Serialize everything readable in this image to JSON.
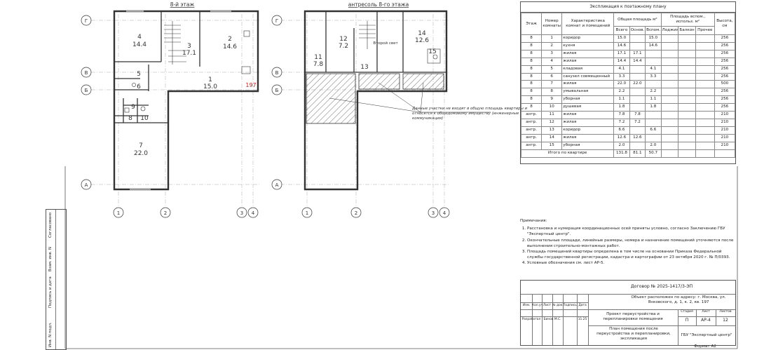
{
  "floor8": {
    "title": "8-й этаж"
  },
  "mezz": {
    "title": "антресоль 8-го этажа"
  },
  "rooms8": [
    {
      "num": "4",
      "area": "14.4"
    },
    {
      "num": "3",
      "area": "17.1"
    },
    {
      "num": "2",
      "area": "14.6"
    },
    {
      "num": "5",
      "area": ""
    },
    {
      "num": "6",
      "area": ""
    },
    {
      "num": "1",
      "area": "15.0"
    },
    {
      "num": "9",
      "area": ""
    },
    {
      "num": "8",
      "area": ""
    },
    {
      "num": "10",
      "area": ""
    },
    {
      "num": "7",
      "area": "22.0"
    }
  ],
  "apt_mark": "197",
  "rooms_mezz": [
    {
      "num": "12",
      "area": "7.2"
    },
    {
      "num": "14",
      "area": "12.6"
    },
    {
      "num": "15",
      "area": ""
    },
    {
      "num": "11",
      "area": "7.8"
    },
    {
      "num": "13",
      "area": ""
    }
  ],
  "second_light": "Второй свет",
  "hatch_note": "Данные участки не входят в общую площадь квартиры и относятся к общедомовому имуществу (инженерные коммуникации)",
  "axes_v": [
    "Г",
    "В",
    "Б",
    "А"
  ],
  "axes_h": [
    "1",
    "2",
    "3",
    "4"
  ],
  "explication": {
    "title": "Экспликация к поэтажному плану",
    "headers": {
      "floor": "Этаж",
      "room": "Номер комнаты",
      "desc": "Характеристика комнат и помещений",
      "total_area": "Общая площадь м²",
      "total": "Всего",
      "main": "Основ.",
      "aux": "Вспом.",
      "other_area": "Площадь вспом., использ. м²",
      "loggia": "Лоджия",
      "balcony": "Балкон",
      "misc": "Прочее",
      "height": "Высота, см"
    },
    "rows": [
      {
        "floor": "8",
        "room": "1",
        "desc": "коридор",
        "total": "15.0",
        "main": "",
        "aux": "15.0",
        "height": "256"
      },
      {
        "floor": "8",
        "room": "2",
        "desc": "кухня",
        "total": "14.6",
        "main": "",
        "aux": "14.6",
        "height": "256"
      },
      {
        "floor": "8",
        "room": "3",
        "desc": "жилая",
        "total": "17.1",
        "main": "17.1",
        "aux": "",
        "height": "256"
      },
      {
        "floor": "8",
        "room": "4",
        "desc": "жилая",
        "total": "14.4",
        "main": "14.4",
        "aux": "",
        "height": "256"
      },
      {
        "floor": "8",
        "room": "5",
        "desc": "кладовая",
        "total": "4.1",
        "main": "",
        "aux": "4.1",
        "height": "256"
      },
      {
        "floor": "8",
        "room": "6",
        "desc": "санузел совмещенный",
        "total": "3.3",
        "main": "",
        "aux": "3.3",
        "height": "256"
      },
      {
        "floor": "8",
        "room": "7",
        "desc": "жилая",
        "total": "22.0",
        "main": "22.0",
        "aux": "",
        "height": "500"
      },
      {
        "floor": "8",
        "room": "8",
        "desc": "умывальная",
        "total": "2.2",
        "main": "",
        "aux": "2.2",
        "height": "256"
      },
      {
        "floor": "8",
        "room": "9",
        "desc": "уборная",
        "total": "1.1",
        "main": "",
        "aux": "1.1",
        "height": "256"
      },
      {
        "floor": "8",
        "room": "10",
        "desc": "душевая",
        "total": "1.8",
        "main": "",
        "aux": "1.8",
        "height": "256"
      },
      {
        "floor": "антр.",
        "room": "11",
        "desc": "жилая",
        "total": "7.8",
        "main": "7.8",
        "aux": "",
        "height": "210"
      },
      {
        "floor": "антр.",
        "room": "12",
        "desc": "жилая",
        "total": "7.2",
        "main": "7.2",
        "aux": "",
        "height": "210"
      },
      {
        "floor": "антр.",
        "room": "13",
        "desc": "коридор",
        "total": "6.6",
        "main": "",
        "aux": "6.6",
        "height": "210"
      },
      {
        "floor": "антр.",
        "room": "14",
        "desc": "жилая",
        "total": "12.6",
        "main": "12.6",
        "aux": "",
        "height": "210"
      },
      {
        "floor": "антр.",
        "room": "15",
        "desc": "уборная",
        "total": "2.0",
        "main": "",
        "aux": "2.0",
        "height": "210"
      }
    ],
    "total_row": {
      "label": "Итого по квартире",
      "total": "131.8",
      "main": "81.1",
      "aux": "50.7"
    }
  },
  "notes": {
    "title": "Примечания:",
    "items": [
      "Расстановка и нумерация координационных осей приняты условно, согласно Заключению ГБУ \"Экспертный центр\".",
      "Окончательные площади, линейные размеры, номера и назначение помещений уточняются после выполнения строительно-монтажных работ.",
      "Площадь помещений квартиры определена в том числе на основании Приказа Федеральной службы государственной регистрации, кадастра и картографии от 23 октября 2020 г. № П/0393.",
      "Условные обозначения см. лист АР-5."
    ]
  },
  "stamp": {
    "contract": "Договор № 2025-1417/3-ЭП",
    "object": "Объект расположен по адресу: г. Москва, ул. Янковского, д. 1, к. 2, кв. 197",
    "project": "Проект переустройства и перепланировки помещения",
    "sheet_title": "План помещения после переустройства и перепланировки, экспликация",
    "org": "ГБУ \"Экспертный центр\"",
    "col_labels": [
      "Изм.",
      "Кол.уч",
      "Лист",
      "№ док.",
      "Подпись",
      "Дата"
    ],
    "developed": "Разработал",
    "author": "Бинов М.С.",
    "date": "11.25",
    "stage_label": "Стадия",
    "sheet_label": "Лист",
    "sheets_label": "Листов",
    "stage": "П",
    "sheet": "АР-4",
    "sheets": "12"
  },
  "side_labels": [
    "Инв. N подл.",
    "Подпись и дата",
    "Взам. инв. N",
    "Согласовано"
  ],
  "format": "Формат А2"
}
